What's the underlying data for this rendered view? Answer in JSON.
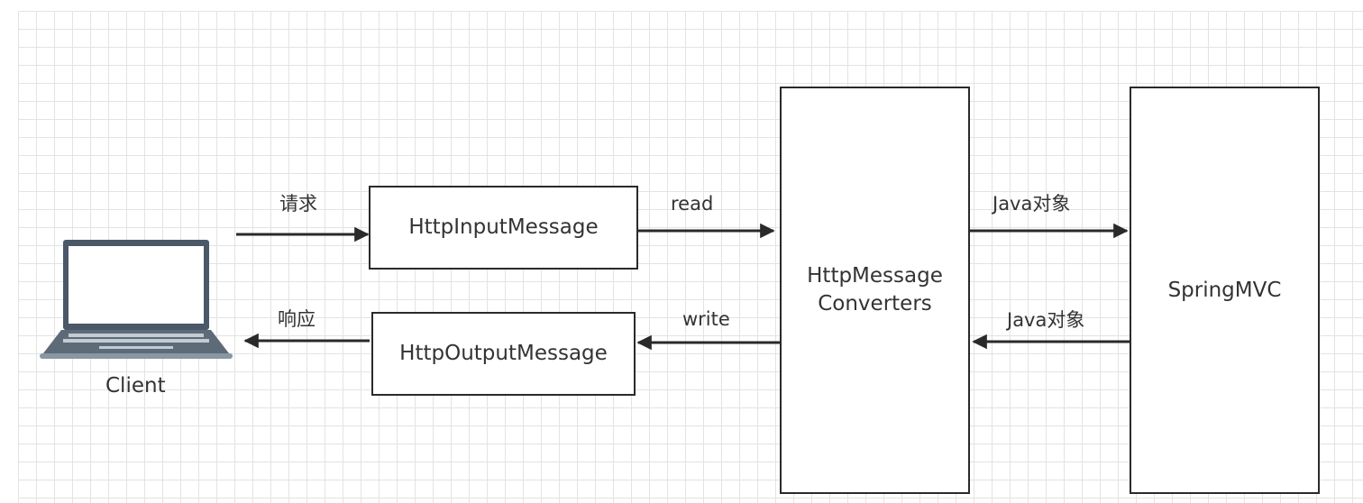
{
  "nodes": {
    "client": "Client",
    "http_input_message": "HttpInputMessage",
    "http_output_message": "HttpOutputMessage",
    "http_message_converters": "HttpMessage\nConverters",
    "spring_mvc": "SpringMVC"
  },
  "edges": {
    "request": "请求",
    "response": "响应",
    "read": "read",
    "write": "write",
    "java_object_to_mvc": "Java对象",
    "java_object_from_mvc": "Java对象"
  },
  "icons": {
    "client_device": "laptop-icon"
  },
  "colors": {
    "stroke": "#2a2a2a",
    "text": "#333333",
    "grid": "#e3e3e3"
  }
}
